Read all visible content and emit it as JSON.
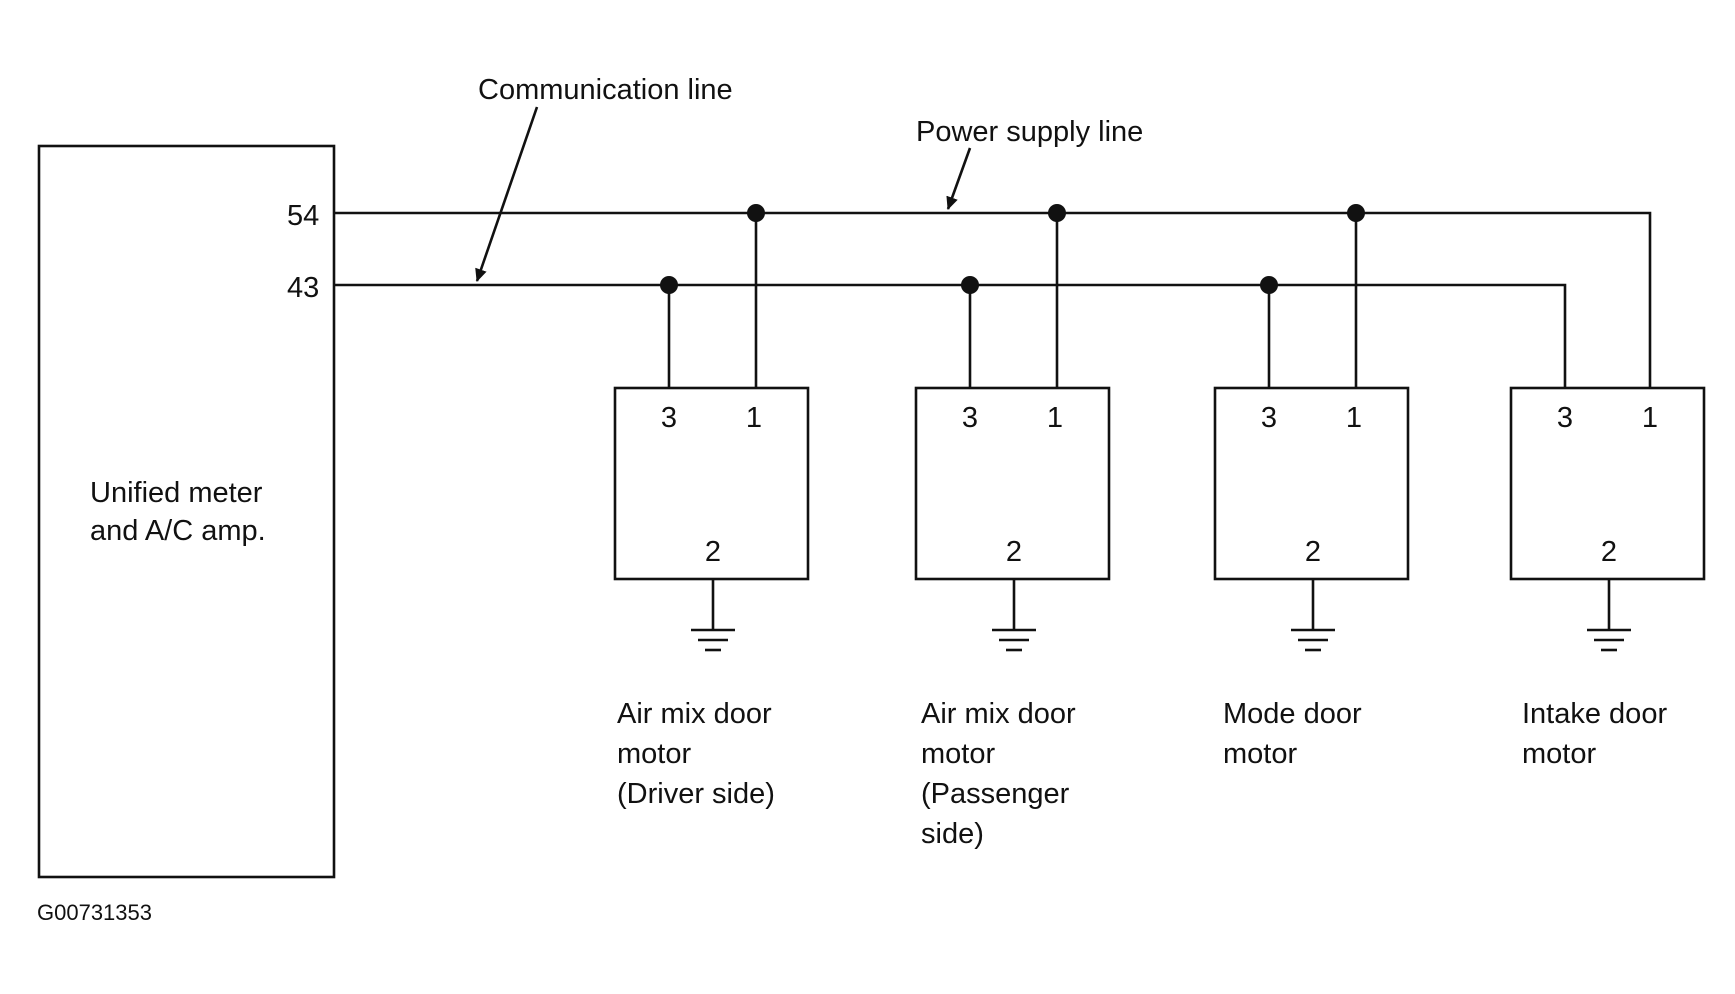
{
  "ecu": {
    "label_line1": "Unified meter",
    "label_line2": "and A/C amp.",
    "terminal_power": "54",
    "terminal_comm": "43"
  },
  "callouts": {
    "communication_line": "Communication line",
    "power_supply_line": "Power supply line"
  },
  "motors": [
    {
      "id": "driver",
      "pin_comm": "3",
      "pin_power": "1",
      "pin_ground": "2",
      "caption": [
        "Air mix door",
        "motor",
        "(Driver side)"
      ]
    },
    {
      "id": "passenger",
      "pin_comm": "3",
      "pin_power": "1",
      "pin_ground": "2",
      "caption": [
        "Air mix door",
        "motor",
        "(Passenger",
        "side)"
      ]
    },
    {
      "id": "mode",
      "pin_comm": "3",
      "pin_power": "1",
      "pin_ground": "2",
      "caption": [
        "Mode door",
        "motor"
      ]
    },
    {
      "id": "intake",
      "pin_comm": "3",
      "pin_power": "1",
      "pin_ground": "2",
      "caption": [
        "Intake door",
        "motor"
      ]
    }
  ],
  "figure_id": "G00731353"
}
